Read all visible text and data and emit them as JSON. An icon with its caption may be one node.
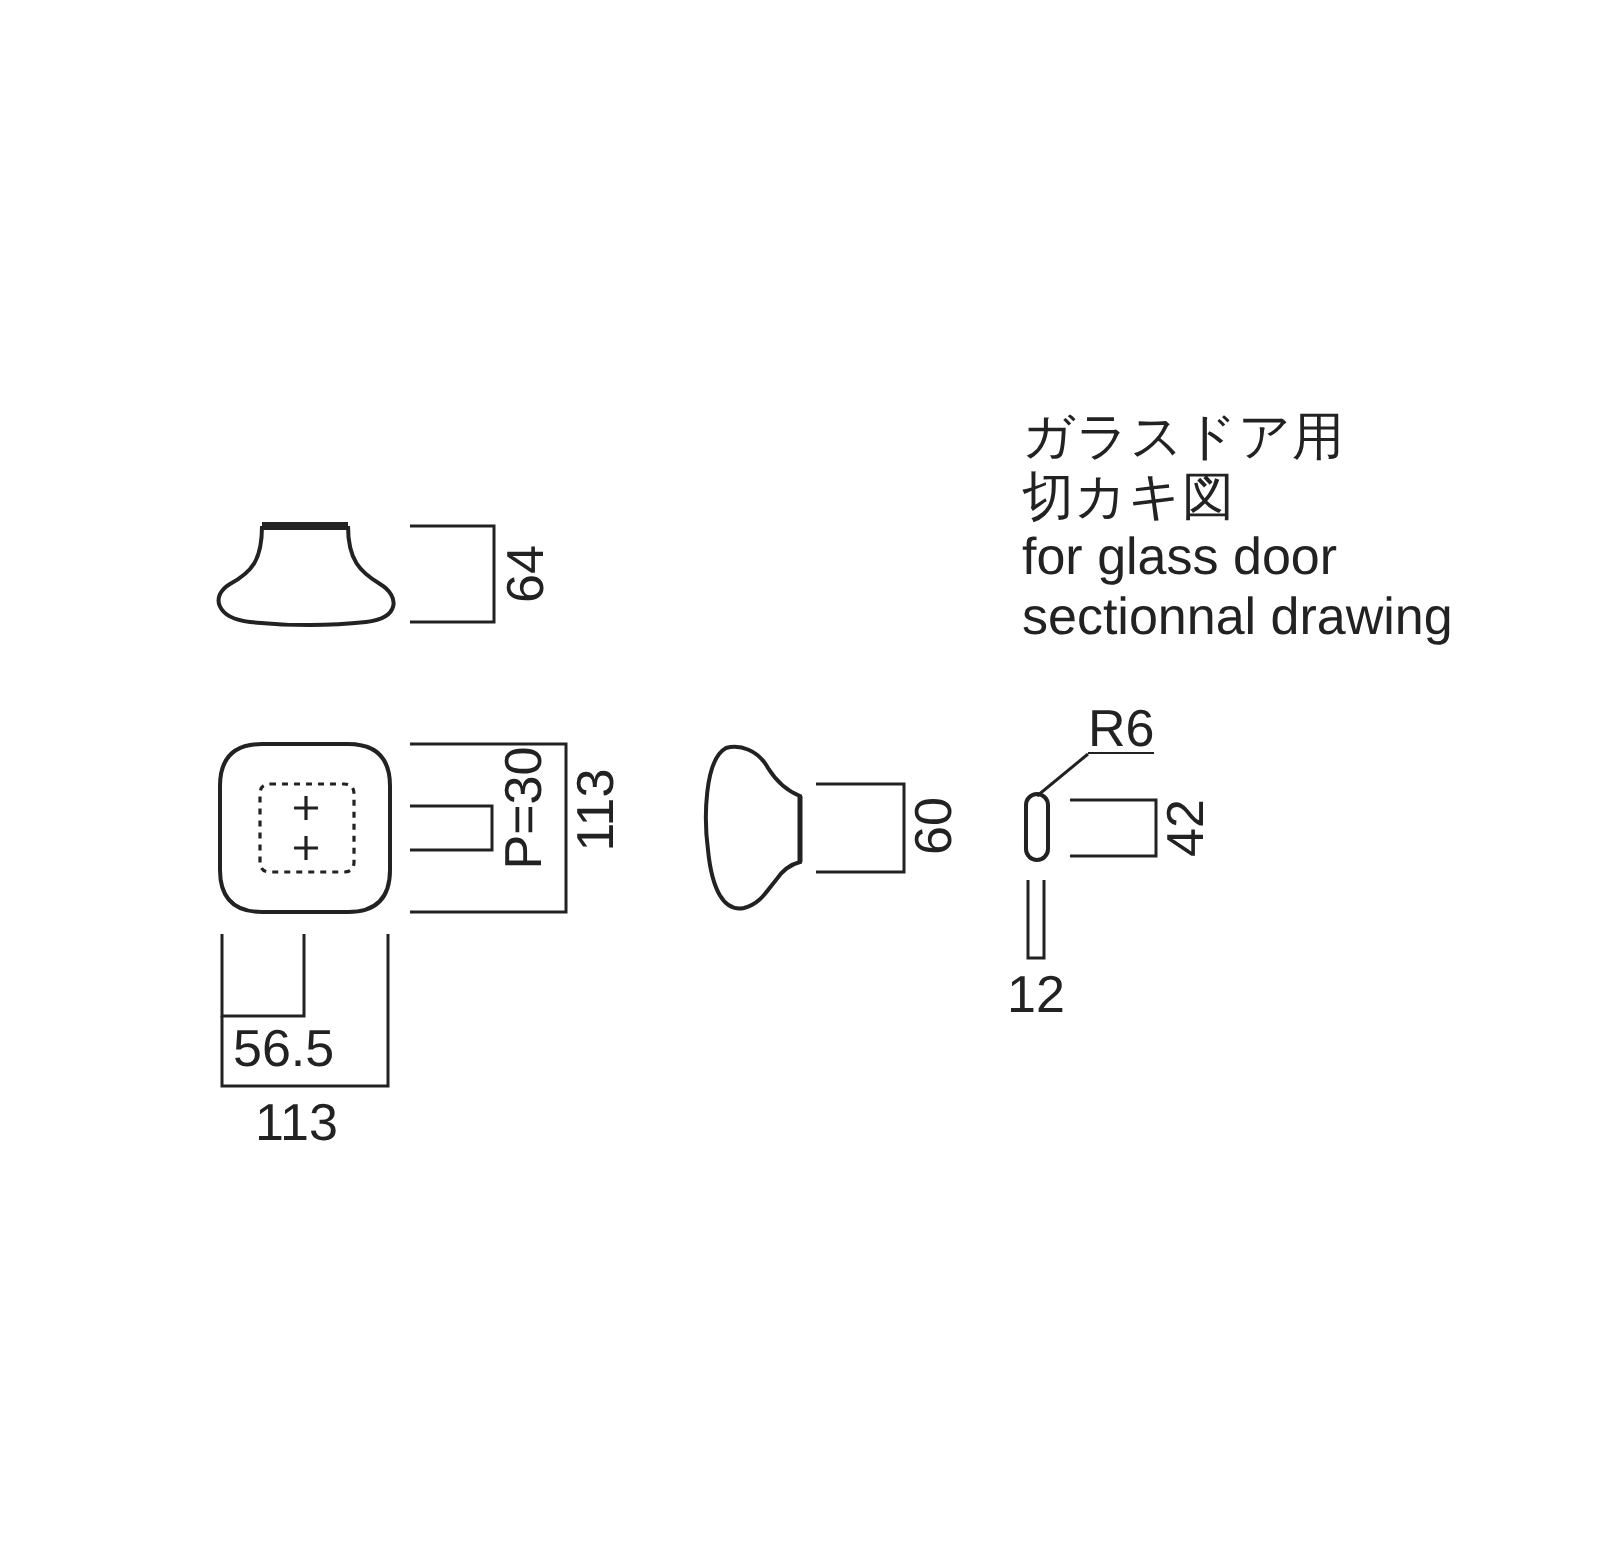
{
  "diagram": {
    "nodes": [
      {
        "text": [
          "R6"
        ]
      },
      {
        "text": [],
        "shape": "box"
      }
    ],
    "edges": [
      {
        "from": 0,
        "to": 1,
        "arrow": "none"
      }
    ],
    "labels": [
      "ガラスドア用切カキ図",
      "for glass door sectionnal drawing",
      "64",
      "P=30",
      "113",
      "60",
      "42",
      "12",
      "56.5",
      "113"
    ]
  }
}
